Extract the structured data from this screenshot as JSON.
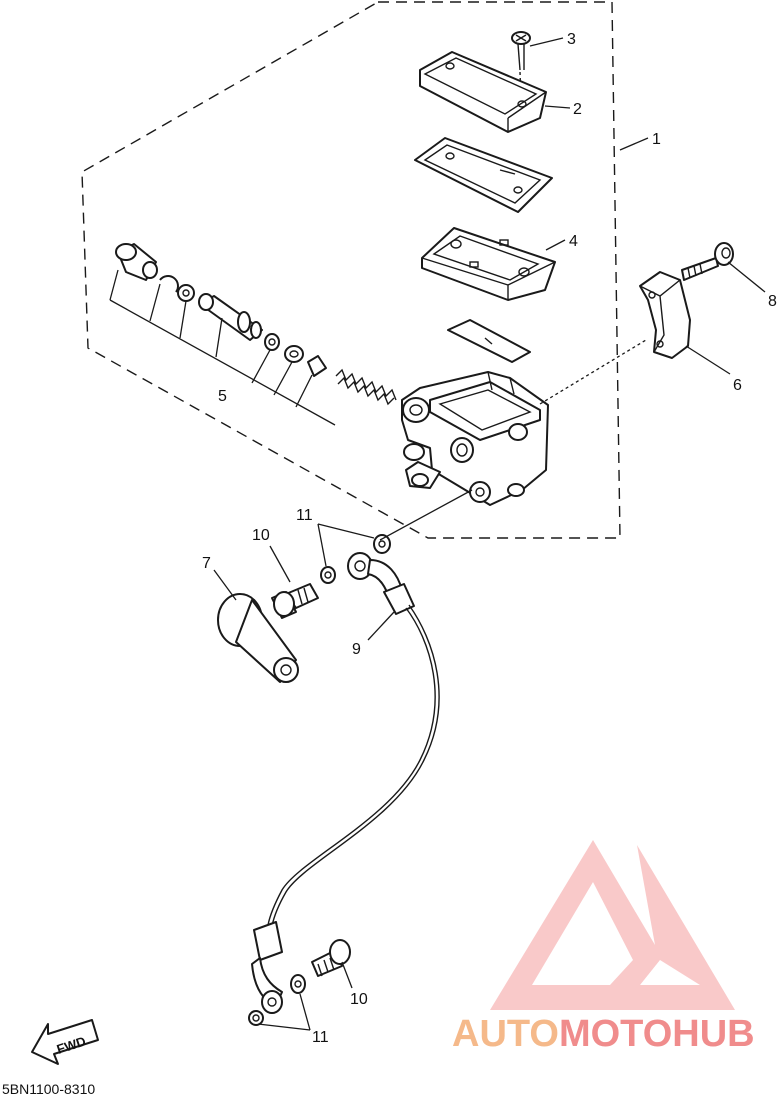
{
  "callouts": {
    "c1": "1",
    "c2": "2",
    "c3": "3",
    "c4": "4",
    "c5": "5",
    "c6": "6",
    "c7": "7",
    "c8": "8",
    "c9": "9",
    "c10a": "10",
    "c10b": "10",
    "c11a": "11",
    "c11b": "11"
  },
  "fwd_label": "FWD",
  "diagram_code": "5BN1100-8310",
  "watermark": {
    "part1": "AUTO",
    "part2": "MOTO",
    "part3": "HUB",
    "colors": {
      "part1": "#f5b98a",
      "part2": "#f08c8c",
      "part3": "#f08c8c",
      "logo": "#f28b8b"
    }
  }
}
